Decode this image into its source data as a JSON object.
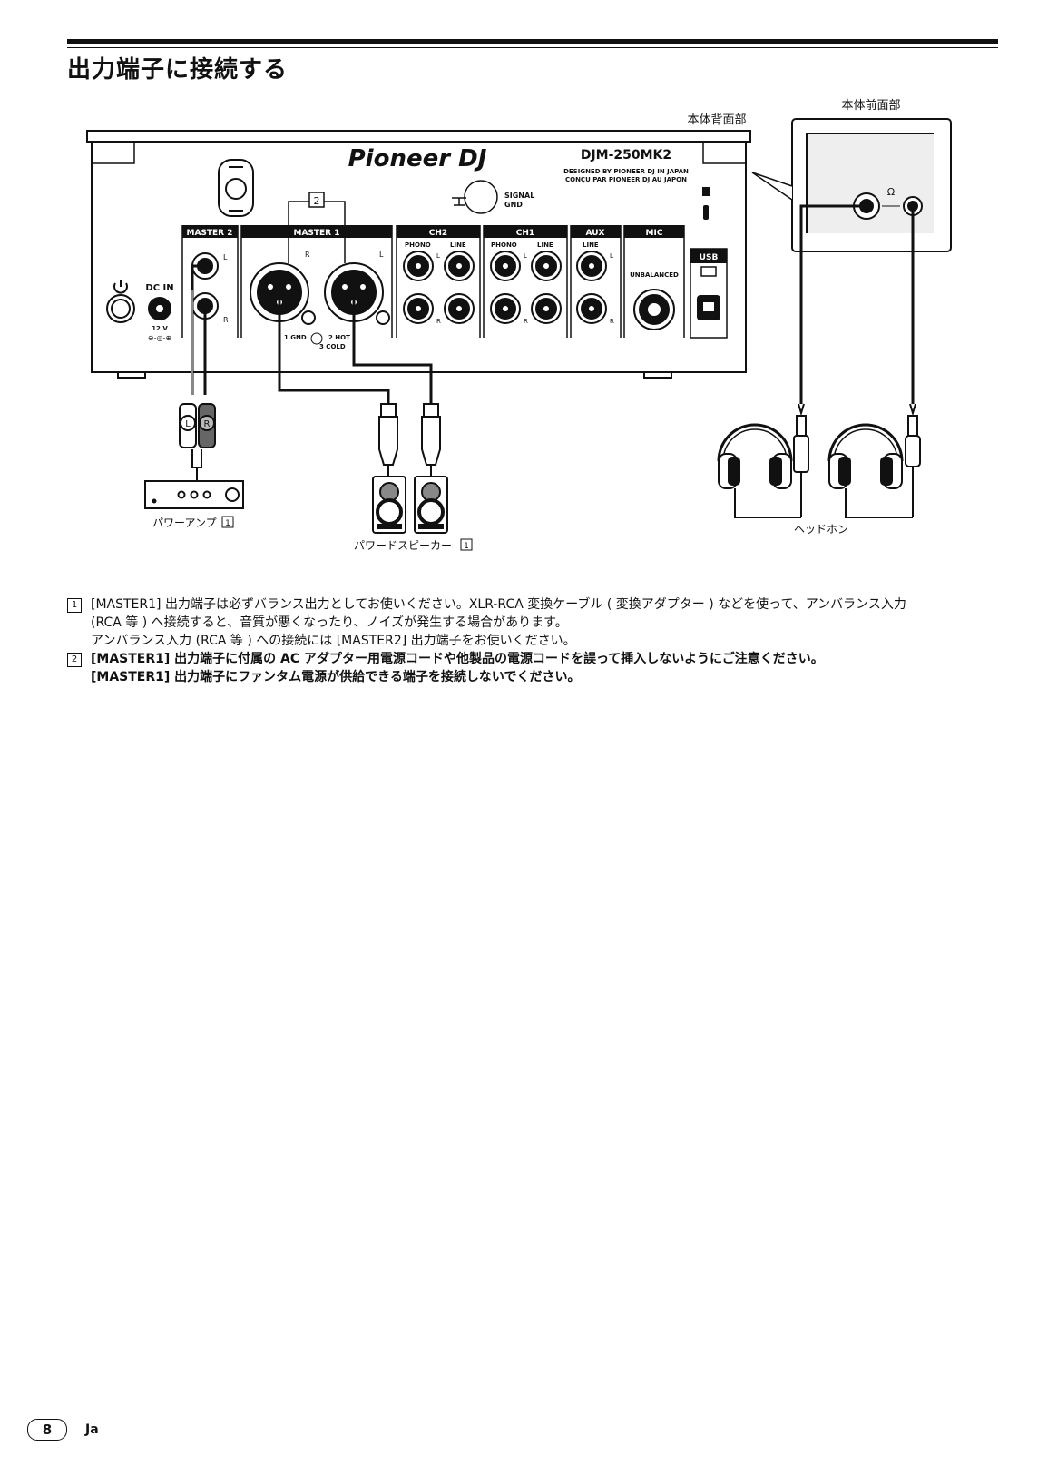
{
  "heading": "出力端子に接続する",
  "labels": {
    "rear_panel": "本体背面部",
    "front_panel": "本体前面部",
    "brand": "Pioneer DJ",
    "model": "DJM-250MK2",
    "designed_line1": "DESIGNED BY PIONEER DJ IN JAPAN",
    "designed_line2": "CONÇU PAR PIONEER DJ AU JAPON",
    "signal": "SIGNAL",
    "gnd": "GND",
    "master2": "MASTER 2",
    "master1": "MASTER 1",
    "ch2": "CH2",
    "ch1": "CH1",
    "aux": "AUX",
    "mic": "MIC",
    "usb": "USB",
    "phono": "PHONO",
    "line": "LINE",
    "unbalanced": "UNBALANCED",
    "dc_in": "DC IN",
    "volt": "12 V",
    "L": "L",
    "R": "R",
    "gnd_pin": "1 GND",
    "hot_pin": "2 HOT",
    "cold_pin": "3 COLD",
    "callout2": "2",
    "power_amp": "パワーアンプ",
    "powered_speaker": "パワードスピーカー",
    "headphones": "ヘッドホン",
    "ref1": "1"
  },
  "notes": [
    {
      "num": "1",
      "lines": [
        "[MASTER1] 出力端子は必ずバランス出力としてお使いください。XLR-RCA 変換ケーブル ( 変換アダプター ) などを使って、アンバランス入力",
        "(RCA 等 ) へ接続すると、音質が悪くなったり、ノイズが発生する場合があります。",
        "アンバランス入力 (RCA 等 ) への接続には [MASTER2] 出力端子をお使いください。"
      ]
    },
    {
      "num": "2",
      "lines": [
        "[MASTER1] 出力端子に付属の AC アダプター用電源コードや他製品の電源コードを誤って挿入しないようにご注意ください。",
        "[MASTER1] 出力端子にファンタム電源が供給できる端子を接続しないでください。"
      ]
    }
  ],
  "page": {
    "number": "8",
    "lang": "Ja"
  }
}
